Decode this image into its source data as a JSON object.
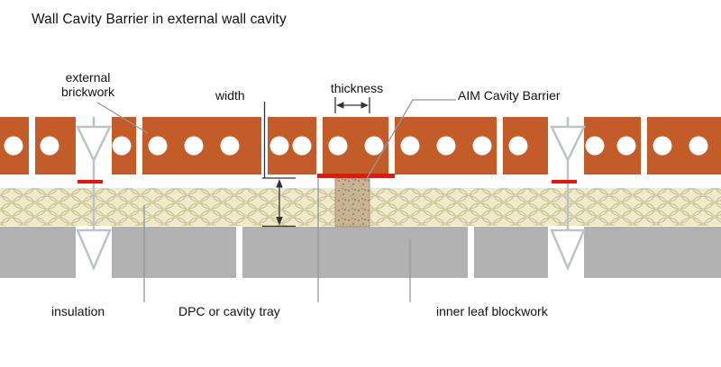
{
  "title": "Wall Cavity Barrier in external wall cavity",
  "labels": {
    "external_brickwork": "external\nbrickwork",
    "width": "width",
    "thickness": "thickness",
    "aim_cavity_barrier": "AIM Cavity Barrier",
    "insulation": "insulation",
    "dpc": "DPC or cavity tray",
    "inner_leaf": "inner leaf blockwork"
  },
  "colors": {
    "brick": "#c35c28",
    "insulation_fill": "#efeaca",
    "insulation_line": "#ccc398",
    "block": "#b1b1b1",
    "barrier_fill": "#c9b494",
    "tie": "#bcc2c8",
    "dpc_red": "#e8150d",
    "leader": "#93989c",
    "dimension": "#333333"
  }
}
